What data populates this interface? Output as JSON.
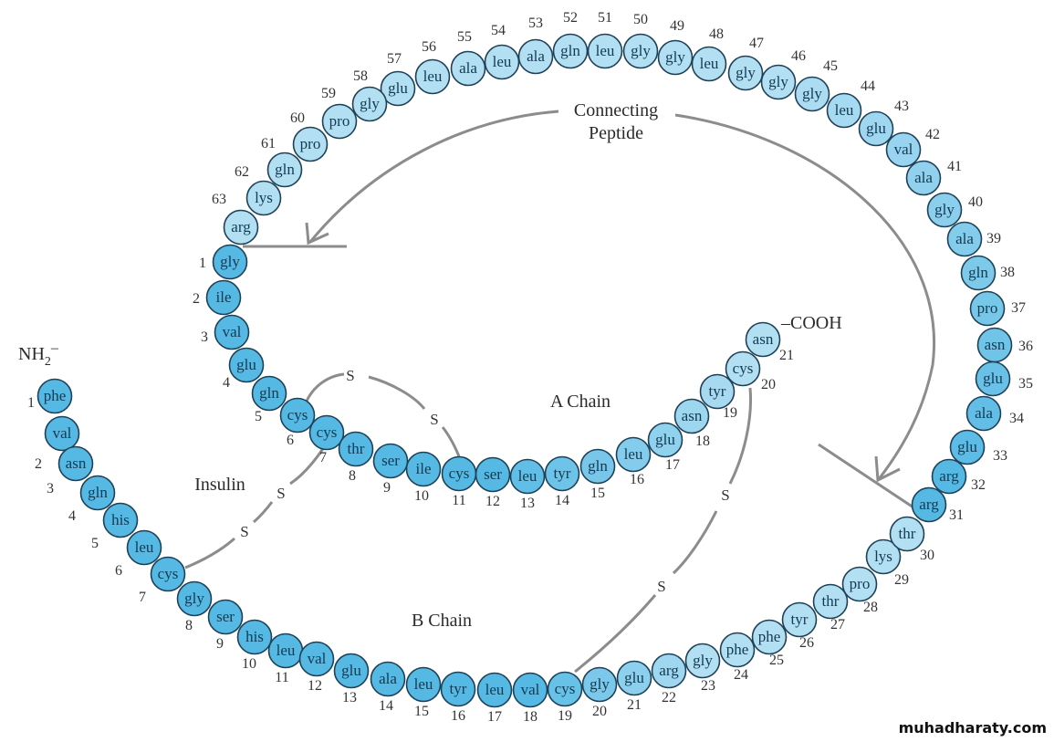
{
  "title": "Insulin",
  "labels": {
    "insulin": "Insulin",
    "a_chain": "A Chain",
    "b_chain": "B Chain",
    "connecting_line1": "Connecting",
    "connecting_line2": "Peptide",
    "n_terminus": "NH",
    "n_terminus_sub": "2",
    "n_terminus_sup": "–",
    "c_terminus": "–COOH",
    "sulfur": "S"
  },
  "colors": {
    "b_chain_dark": "#55b9e4",
    "connecting_light": "#b3dff3",
    "outline": "#1f4157",
    "arrow_gray": "#8c8c8c"
  },
  "b_chain": [
    {
      "n": "1",
      "aa": "phe"
    },
    {
      "n": "2",
      "aa": "val"
    },
    {
      "n": "3",
      "aa": "asn"
    },
    {
      "n": "4",
      "aa": "gln"
    },
    {
      "n": "5",
      "aa": "his"
    },
    {
      "n": "6",
      "aa": "leu"
    },
    {
      "n": "7",
      "aa": "cys"
    },
    {
      "n": "8",
      "aa": "gly"
    },
    {
      "n": "9",
      "aa": "ser"
    },
    {
      "n": "10",
      "aa": "his"
    },
    {
      "n": "11",
      "aa": "leu"
    },
    {
      "n": "12",
      "aa": "val"
    },
    {
      "n": "13",
      "aa": "glu"
    },
    {
      "n": "14",
      "aa": "ala"
    },
    {
      "n": "15",
      "aa": "leu"
    },
    {
      "n": "16",
      "aa": "tyr"
    },
    {
      "n": "17",
      "aa": "leu"
    },
    {
      "n": "18",
      "aa": "val"
    },
    {
      "n": "19",
      "aa": "cys"
    },
    {
      "n": "20",
      "aa": "gly"
    },
    {
      "n": "21",
      "aa": "glu"
    },
    {
      "n": "22",
      "aa": "arg"
    },
    {
      "n": "23",
      "aa": "gly"
    },
    {
      "n": "24",
      "aa": "phe"
    },
    {
      "n": "25",
      "aa": "phe"
    },
    {
      "n": "26",
      "aa": "tyr"
    },
    {
      "n": "27",
      "aa": "thr"
    },
    {
      "n": "28",
      "aa": "pro"
    },
    {
      "n": "29",
      "aa": "lys"
    },
    {
      "n": "30",
      "aa": "thr"
    }
  ],
  "connecting_peptide": [
    {
      "n": "31",
      "aa": "arg"
    },
    {
      "n": "32",
      "aa": "arg"
    },
    {
      "n": "33",
      "aa": "glu"
    },
    {
      "n": "34",
      "aa": "ala"
    },
    {
      "n": "35",
      "aa": "glu"
    },
    {
      "n": "36",
      "aa": "asn"
    },
    {
      "n": "37",
      "aa": "pro"
    },
    {
      "n": "38",
      "aa": "gln"
    },
    {
      "n": "39",
      "aa": "ala"
    },
    {
      "n": "40",
      "aa": "gly"
    },
    {
      "n": "41",
      "aa": "ala"
    },
    {
      "n": "42",
      "aa": "val"
    },
    {
      "n": "43",
      "aa": "glu"
    },
    {
      "n": "44",
      "aa": "leu"
    },
    {
      "n": "45",
      "aa": "gly"
    },
    {
      "n": "46",
      "aa": "gly"
    },
    {
      "n": "47",
      "aa": "gly"
    },
    {
      "n": "48",
      "aa": "leu"
    },
    {
      "n": "49",
      "aa": "gly"
    },
    {
      "n": "50",
      "aa": "gly"
    },
    {
      "n": "51",
      "aa": "leu"
    },
    {
      "n": "52",
      "aa": "gln"
    },
    {
      "n": "53",
      "aa": "ala"
    },
    {
      "n": "54",
      "aa": "leu"
    },
    {
      "n": "55",
      "aa": "ala"
    },
    {
      "n": "56",
      "aa": "leu"
    },
    {
      "n": "57",
      "aa": "glu"
    },
    {
      "n": "58",
      "aa": "gly"
    },
    {
      "n": "59",
      "aa": "pro"
    },
    {
      "n": "60",
      "aa": "pro"
    },
    {
      "n": "61",
      "aa": "gln"
    },
    {
      "n": "62",
      "aa": "lys"
    },
    {
      "n": "63",
      "aa": "arg"
    }
  ],
  "a_chain": [
    {
      "n": "1",
      "aa": "gly"
    },
    {
      "n": "2",
      "aa": "ile"
    },
    {
      "n": "3",
      "aa": "val"
    },
    {
      "n": "4",
      "aa": "glu"
    },
    {
      "n": "5",
      "aa": "gln"
    },
    {
      "n": "6",
      "aa": "cys"
    },
    {
      "n": "7",
      "aa": "cys"
    },
    {
      "n": "8",
      "aa": "thr"
    },
    {
      "n": "9",
      "aa": "ser"
    },
    {
      "n": "10",
      "aa": "ile"
    },
    {
      "n": "11",
      "aa": "cys"
    },
    {
      "n": "12",
      "aa": "ser"
    },
    {
      "n": "13",
      "aa": "leu"
    },
    {
      "n": "14",
      "aa": "tyr"
    },
    {
      "n": "15",
      "aa": "gln"
    },
    {
      "n": "16",
      "aa": "leu"
    },
    {
      "n": "17",
      "aa": "glu"
    },
    {
      "n": "18",
      "aa": "asn"
    },
    {
      "n": "19",
      "aa": "tyr"
    },
    {
      "n": "20",
      "aa": "cys"
    },
    {
      "n": "21",
      "aa": "asn"
    }
  ],
  "disulfide_bonds": [
    {
      "from": "A6",
      "to": "A11"
    },
    {
      "from": "A7",
      "to": "B7"
    },
    {
      "from": "A20",
      "to": "B19"
    }
  ],
  "watermark": "muhadharaty.com"
}
